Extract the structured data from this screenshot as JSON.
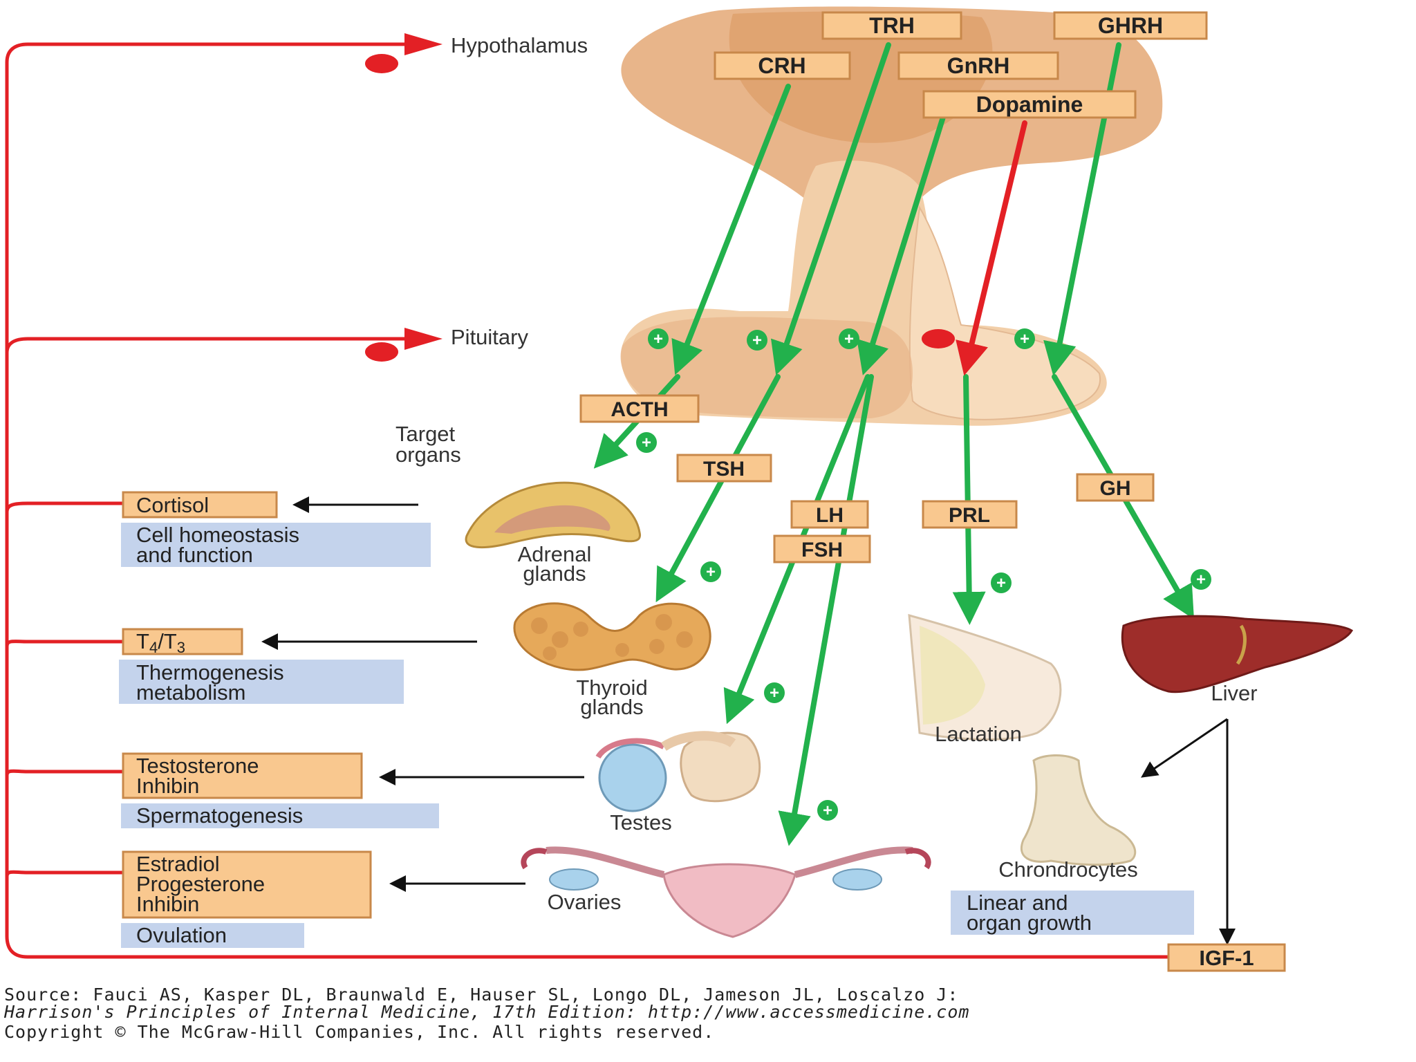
{
  "regions": {
    "hypothalamus": "Hypothalamus",
    "pituitary": "Pituitary",
    "target_organs_line1": "Target",
    "target_organs_line2": "organs"
  },
  "releasing_hormones": {
    "trh": "TRH",
    "ghrh": "GHRH",
    "crh": "CRH",
    "gnrh": "GnRH",
    "dopamine": "Dopamine"
  },
  "pituitary_hormones": {
    "acth": "ACTH",
    "tsh": "TSH",
    "lh": "LH",
    "fsh": "FSH",
    "prl": "PRL",
    "gh": "GH"
  },
  "organs": {
    "adrenal_line1": "Adrenal",
    "adrenal_line2": "glands",
    "thyroid_line1": "Thyroid",
    "thyroid_line2": "glands",
    "testes": "Testes",
    "ovaries": "Ovaries",
    "lactation": "Lactation",
    "liver": "Liver",
    "chondrocytes": "Chrondrocytes"
  },
  "outputs": {
    "cortisol": "Cortisol",
    "cortisol_effect_line1": "Cell homeostasis",
    "cortisol_effect_line2": "and function",
    "t4": "T",
    "t4_sub": "4",
    "t3": "/T",
    "t3_sub": "3",
    "thyroid_effect_line1": "Thermogenesis",
    "thyroid_effect_line2": "metabolism",
    "testes_line1": "Testosterone",
    "testes_line2": "Inhibin",
    "testes_effect": "Spermatogenesis",
    "ovary_line1": "Estradiol",
    "ovary_line2": "Progesterone",
    "ovary_line3": "Inhibin",
    "ovary_effect": "Ovulation",
    "growth_effect_line1": "Linear and",
    "growth_effect_line2": "organ growth",
    "igf1": "IGF-1"
  },
  "symbols": {
    "plus": "+"
  },
  "source": {
    "line1": "Source: Fauci AS, Kasper DL, Braunwald E, Hauser SL, Longo DL, Jameson JL, Loscalzo J:",
    "line2": "Harrison's Principles of Internal Medicine, 17th Edition: http://www.accessmedicine.com",
    "line3": "Copyright © The McGraw-Hill Companies, Inc. All rights reserved."
  },
  "colors": {
    "stimulatory_green": "#22b14c",
    "inhibitory_red": "#e32025",
    "hormone_box": "#f9c88f",
    "effect_box": "#c4d3ec",
    "tissue": "#e8b58a"
  }
}
